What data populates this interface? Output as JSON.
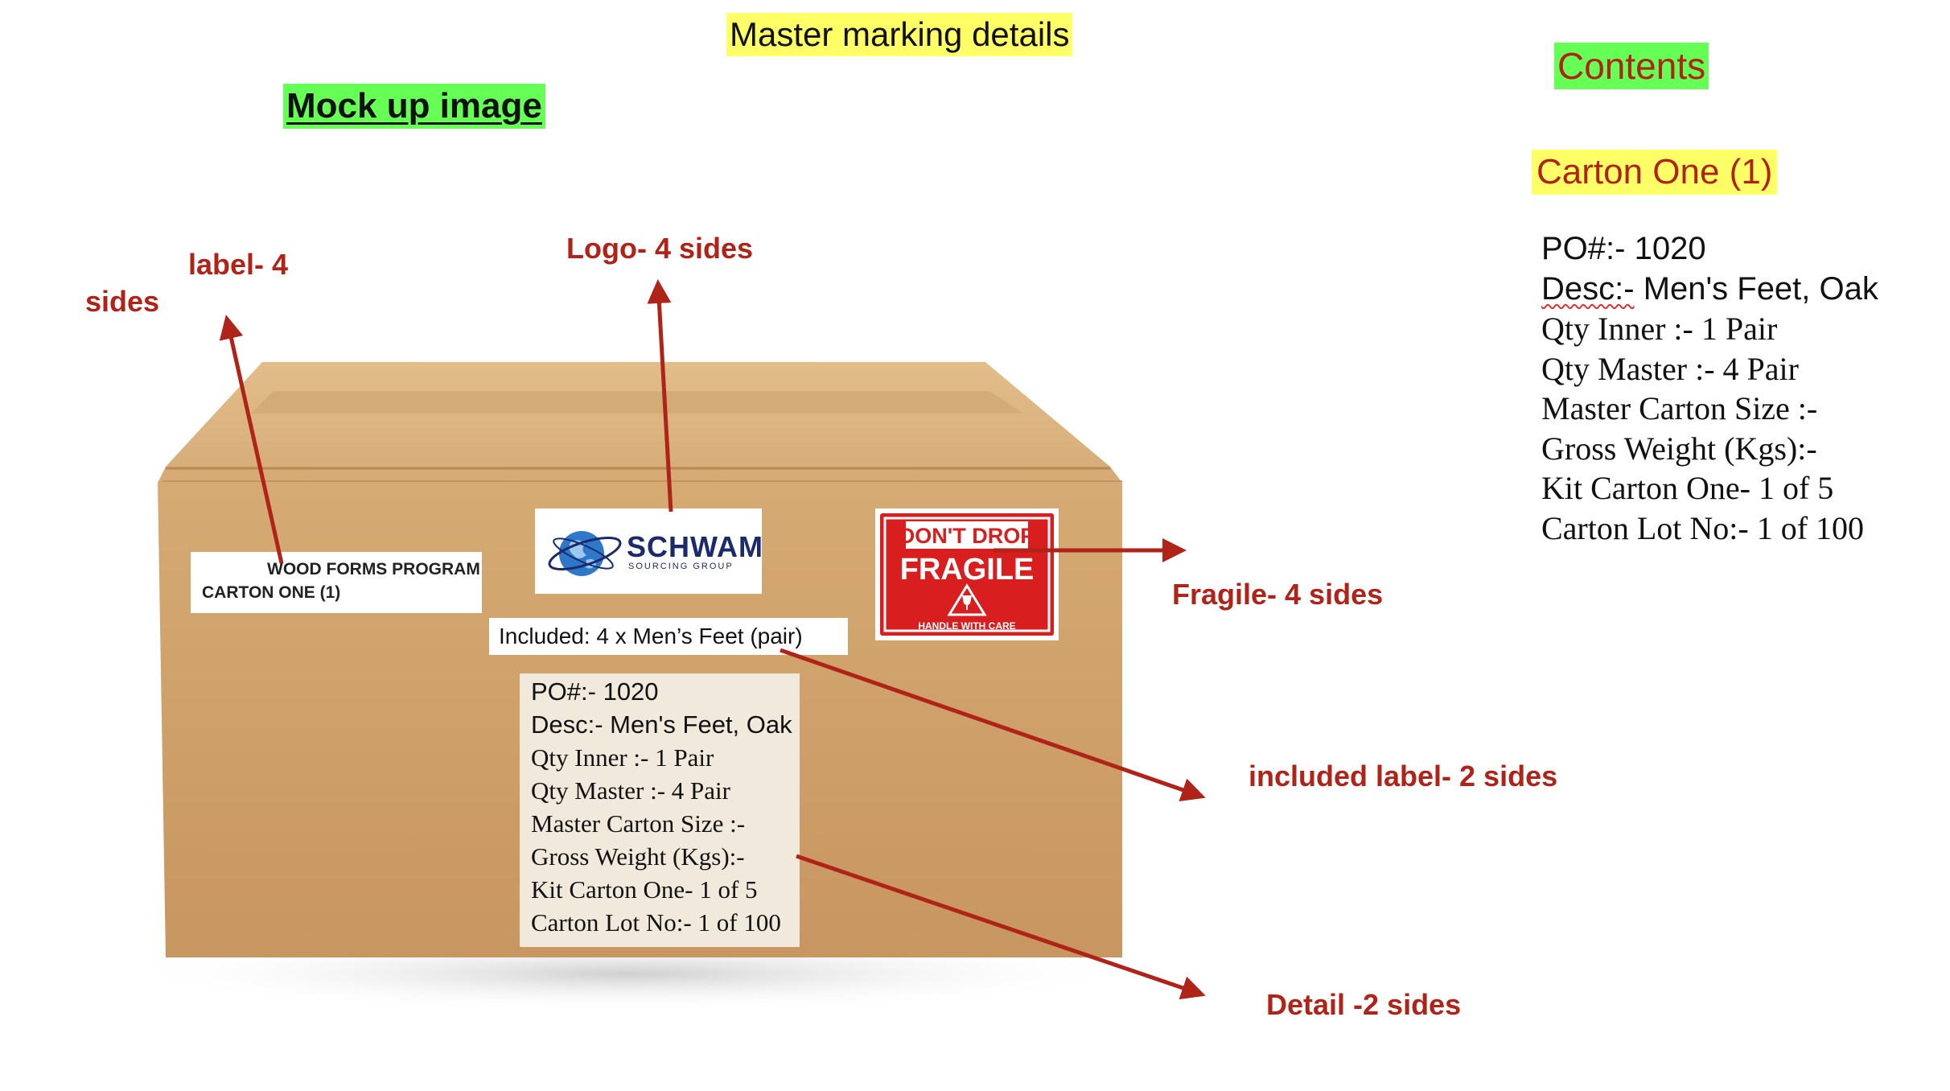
{
  "title": "Master marking  details",
  "mockup_heading": "Mock up image",
  "contents_heading": "Contents",
  "carton_heading": "Carton One (1)",
  "details": [
    "PO#:- 1020",
    "Desc:-  Men's Feet, Oak",
    "Qty Inner :-  1 Pair",
    "Qty Master :-  4 Pair",
    "Master Carton Size :-",
    "Gross Weight (Kgs):-",
    "Kit Carton One- 1 of 5",
    "Carton Lot No:- 1 of 100"
  ],
  "annotations": {
    "label_line1": "label-  4",
    "label_line2": "sides",
    "logo": "Logo- 4 sides",
    "fragile": "Fragile- 4 sides",
    "included": "included label- 2 sides",
    "detail": "Detail -2 sides"
  },
  "box_labels": {
    "program_line1": "WOOD FORMS PROGRAM",
    "program_line2": "CARTON ONE (1)",
    "logo_name": "SCHWAM",
    "logo_sub": "SOURCING GROUP",
    "fragile_top": "DON'T DROP",
    "fragile_main": "FRAGILE",
    "fragile_bottom": "HANDLE WITH CARE",
    "included": "Included:  4 x Men’s Feet (pair)"
  },
  "colors": {
    "annotation_red": "#b02318",
    "highlight_yellow": "#ffff66",
    "highlight_green": "#66ff55",
    "cardboard": "#d2a670",
    "fragile_red": "#d81e1e",
    "logo_navy": "#1a2a6b"
  }
}
